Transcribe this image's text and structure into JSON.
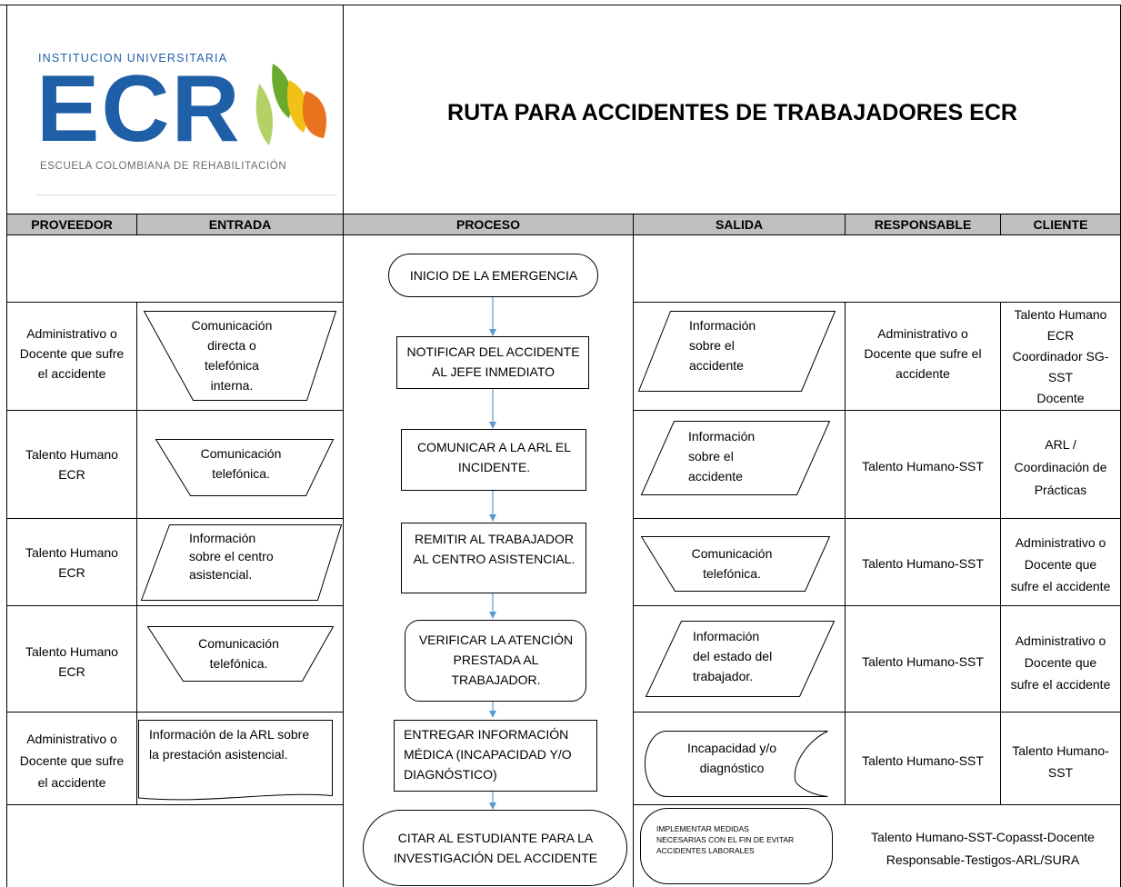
{
  "logo": {
    "line1": "INSTITUCION UNIVERSITARIA",
    "mark": "ECR",
    "line2": "ESCUELA COLOMBIANA DE REHABILITACIÓN",
    "colors": {
      "blue": "#1f5fa8",
      "green": "#6aab2e",
      "yellow": "#f2c117",
      "orange": "#e8731e",
      "gray": "#6b6b6b"
    }
  },
  "title": "RUTA PARA ACCIDENTES DE TRABAJADORES ECR",
  "headers": {
    "proveedor": "PROVEEDOR",
    "entrada": "ENTRADA",
    "proceso": "PROCESO",
    "salida": "SALIDA",
    "responsable": "RESPONSABLE",
    "cliente": "CLIENTE"
  },
  "header_color": "#bfbfbf",
  "arrow_color": "#5b9bd5",
  "process": {
    "start": "INICIO DE LA EMERGENCIA",
    "steps": [
      [
        "NOTIFICAR DEL ACCIDENTE",
        "AL JEFE INMEDIATO"
      ],
      [
        "COMUNICAR A LA ARL EL",
        "INCIDENTE."
      ],
      [
        "REMITIR AL TRABAJADOR",
        "AL CENTRO ASISTENCIAL."
      ],
      [
        "VERIFICAR LA ATENCIÓN",
        "PRESTADA AL",
        "TRABAJADOR."
      ],
      [
        "ENTREGAR INFORMACIÓN",
        "MÉDICA (INCAPACIDAD Y/O",
        "DIAGNÓSTICO)"
      ]
    ],
    "end": [
      "CITAR AL ESTUDIANTE PARA LA",
      "INVESTIGACIÓN DEL ACCIDENTE"
    ]
  },
  "rows": [
    {
      "proveedor": [
        "Administrativo o",
        "Docente que sufre",
        "el accidente"
      ],
      "entrada": [
        "Comunicación",
        "directa o",
        "telefónica",
        "interna."
      ],
      "salida": [
        "Información",
        "sobre el",
        "accidente"
      ],
      "responsable": [
        "Administrativo o",
        "Docente que sufre el",
        "accidente"
      ],
      "cliente": [
        "Talento Humano",
        "ECR",
        "Coordinador SG-",
        "SST",
        "Docente"
      ]
    },
    {
      "proveedor": [
        "Talento Humano",
        "ECR"
      ],
      "entrada": [
        "Comunicación",
        "telefónica."
      ],
      "salida": [
        "Información",
        "sobre el",
        "accidente"
      ],
      "responsable": [
        "Talento Humano-SST"
      ],
      "cliente": [
        "ARL /",
        "Coordinación de",
        "Prácticas"
      ]
    },
    {
      "proveedor": [
        "Talento Humano",
        "ECR"
      ],
      "entrada": [
        "Información",
        "sobre el centro",
        "asistencial."
      ],
      "salida": [
        "Comunicación",
        "telefónica."
      ],
      "responsable": [
        "Talento Humano-SST"
      ],
      "cliente": [
        "Administrativo o",
        "Docente que",
        "sufre el accidente"
      ]
    },
    {
      "proveedor": [
        "Talento Humano",
        "ECR"
      ],
      "entrada": [
        "Comunicación",
        "telefónica."
      ],
      "salida": [
        "Información",
        "del estado del",
        "trabajador."
      ],
      "responsable": [
        "Talento Humano-SST"
      ],
      "cliente": [
        "Administrativo o",
        "Docente que",
        "sufre el accidente"
      ]
    },
    {
      "proveedor": [
        "Administrativo o",
        "Docente que sufre",
        "el accidente"
      ],
      "entrada": [
        "Información de la ARL sobre",
        "la prestación asistencial."
      ],
      "salida": [
        "Incapacidad y/o",
        "diagnóstico"
      ],
      "responsable": [
        "Talento Humano-SST"
      ],
      "cliente": [
        "Talento Humano-",
        "SST"
      ]
    }
  ],
  "final": {
    "salida": [
      "IMPLEMENTAR MEDIDAS",
      "NECESARIAS CON EL FIN DE EVITAR",
      "ACCIDENTES LABORALES"
    ],
    "responsable": [
      "Talento Humano-SST-Copasst-Docente",
      "Responsable-Testigos-ARL/SURA"
    ]
  }
}
